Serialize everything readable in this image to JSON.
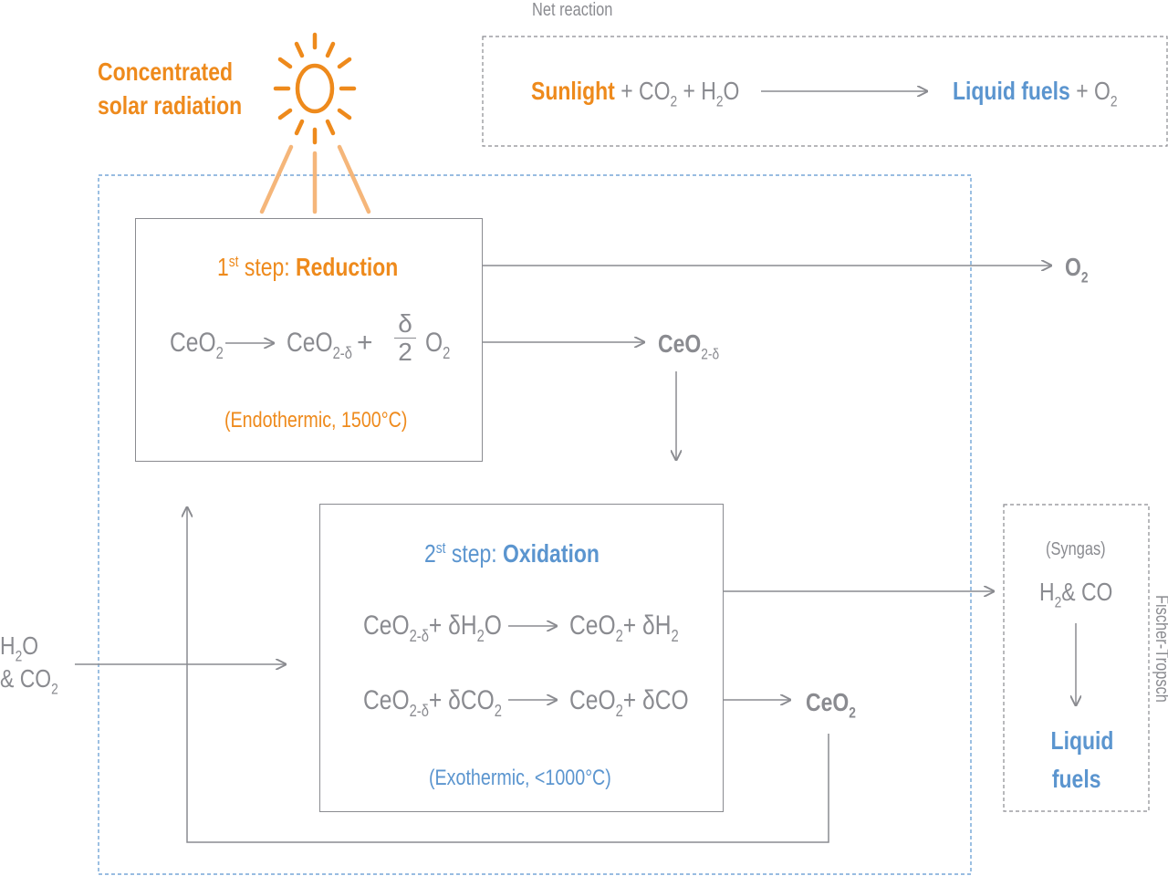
{
  "net_reaction": {
    "label": "Net reaction",
    "sunlight": "Sunlight",
    "plus": "+",
    "co2": "CO",
    "two": "2",
    "h2o_h": "H",
    "h2o_o": "O",
    "liquid_fuels": "Liquid fuels",
    "o": "O"
  },
  "solar": {
    "line1": "Concentrated",
    "line2": "solar radiation",
    "icon": "sun-icon"
  },
  "reduction": {
    "step_num": "1",
    "step_sup": "st",
    "step_word": " step: ",
    "step_name": "Reduction",
    "eq_left": "CeO",
    "eq_left_sub": "2",
    "eq_right": "CeO",
    "eq_right_sub": "2-δ",
    "plus": "+",
    "frac_num": "δ",
    "frac_den": "2",
    "o2": "O",
    "o2_sub": "2",
    "condition": "(Endothermic, 1500°C)"
  },
  "outputs": {
    "o2": "O",
    "o2_sub": "2",
    "ceo2d": "CeO",
    "ceo2d_sub": "2-δ",
    "ceo2": "CeO",
    "ceo2_sub": "2"
  },
  "oxidation": {
    "step_num": "2",
    "step_sup": "st",
    "step_word": " step: ",
    "step_name": "Oxidation",
    "eq1": {
      "a": "CeO",
      "a_sub": "2-δ",
      "plus1": "+ δH",
      "h_sub": "2",
      "o": "O",
      "b": "CeO",
      "b_sub": "2",
      "plus2": "+  δH",
      "c_sub": "2"
    },
    "eq2": {
      "a": "CeO",
      "a_sub": "2-δ",
      "plus1": "+ δCO",
      "co_sub": "2",
      "b": "CeO",
      "b_sub": "2",
      "plus2": "+ δCO"
    },
    "condition": "(Exothermic, <1000°C)"
  },
  "inputs": {
    "h": "H",
    "h_sub": "2",
    "o": "O",
    "and_co": "& CO",
    "co_sub": "2"
  },
  "fischer_tropsch": {
    "syngas": "(Syngas)",
    "h": "H",
    "h_sub": "2",
    "and_co": "& CO",
    "liquid": "Liquid",
    "fuels": "fuels",
    "side_label": "Fischer-Tropsch"
  },
  "colors": {
    "orange": "#ee8a1c",
    "light_orange": "#f5b67a",
    "blue": "#5b95cf",
    "gray": "#8a8b90"
  }
}
